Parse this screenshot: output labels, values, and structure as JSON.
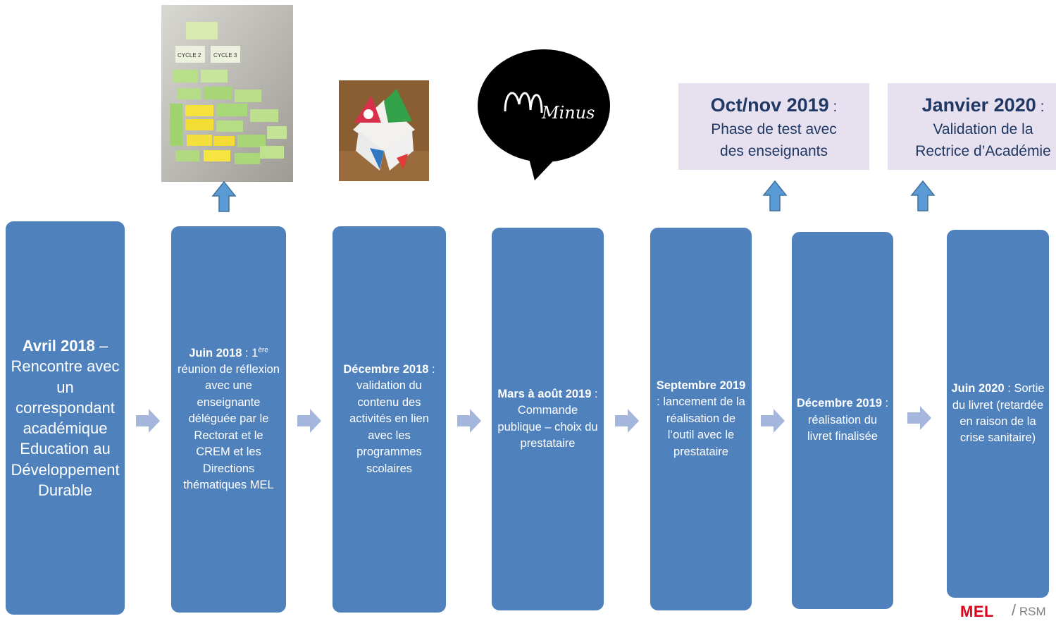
{
  "steps": [
    {
      "date": "Avril 2018",
      "sep": " – ",
      "text": "Rencontre avec un correspondant académique Education au Développement Durable"
    },
    {
      "date": "Juin 2018",
      "sep": " : ",
      "ord": "1",
      "ord_sup": "ère",
      "text": " réunion de réflexion avec une enseignante déléguée par le Rectorat et le CREM et les Directions thématiques MEL"
    },
    {
      "date": "Décembre 2018",
      "sep": " : ",
      "text": "validation du contenu des activités en lien avec les programmes scolaires"
    },
    {
      "date": "Mars à août 2019",
      "sep": " : ",
      "text": "Commande publique – choix du prestataire"
    },
    {
      "date": "Septembre 2019",
      "sep": " : ",
      "text": "lancement de la réalisation de l’outil avec le prestataire"
    },
    {
      "date": "Décembre 2019",
      "sep": " : ",
      "text": "réalisation du livret finalisée"
    },
    {
      "date": "Juin 2020",
      "sep": " : ",
      "text": "Sortie du livret (retardée en raison de la crise sanitaire)"
    }
  ],
  "callouts": [
    {
      "date": "Oct/nov 2019",
      "sep": " :",
      "line1": "Phase de test avec",
      "line2": "des enseignants"
    },
    {
      "date": "Janvier 2020",
      "sep": " :",
      "line1": "Validation de la",
      "line2": "Rectrice d’Académie"
    }
  ],
  "images": {
    "wall_photo": {
      "cycle2": "CYCLE 2",
      "cycle3": "CYCLE 3"
    },
    "cootie_catcher": {},
    "minus_logo": {
      "wordmark": "Minus"
    }
  },
  "footer": {
    "mel": "MEL",
    "separator": "/",
    "rsm": "RSM"
  },
  "colors": {
    "step_box": "#4f81bd",
    "callout_bg": "#e6e0ef",
    "callout_text": "#1f3864",
    "arrow": "#a5b6dc",
    "up_arrow": "#5b9bd5",
    "mel_red": "#e2001a"
  }
}
